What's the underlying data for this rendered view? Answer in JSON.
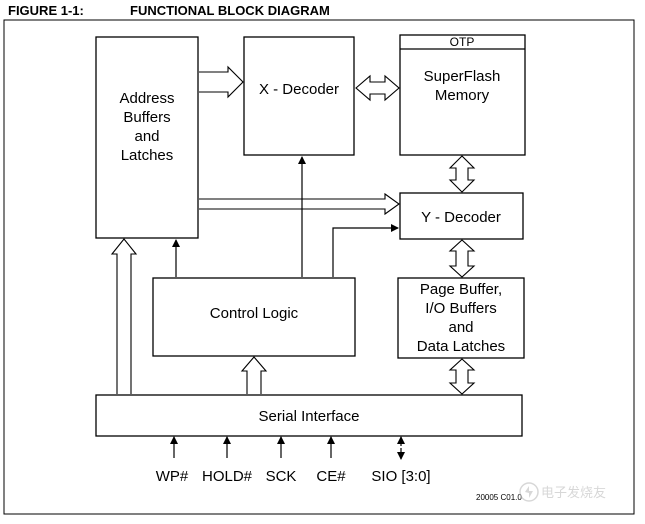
{
  "figure": {
    "label": "FIGURE 1-1:",
    "title": "FUNCTIONAL BLOCK DIAGRAM",
    "ref_code": "20005 C01.0"
  },
  "blocks": {
    "address": [
      "Address",
      "Buffers",
      "and",
      "Latches"
    ],
    "xdecoder": "X - Decoder",
    "otp": "OTP",
    "superflash": [
      "SuperFlash",
      "Memory"
    ],
    "ydecoder": "Y - Decoder",
    "control": "Control Logic",
    "pagebuffer": [
      "Page Buffer,",
      "I/O Buffers",
      "and",
      "Data Latches"
    ],
    "serial": "Serial Interface"
  },
  "pins": [
    "WP#",
    "HOLD#",
    "SCK",
    "CE#",
    "SIO [3:0]"
  ],
  "watermark": "电子发烧友"
}
